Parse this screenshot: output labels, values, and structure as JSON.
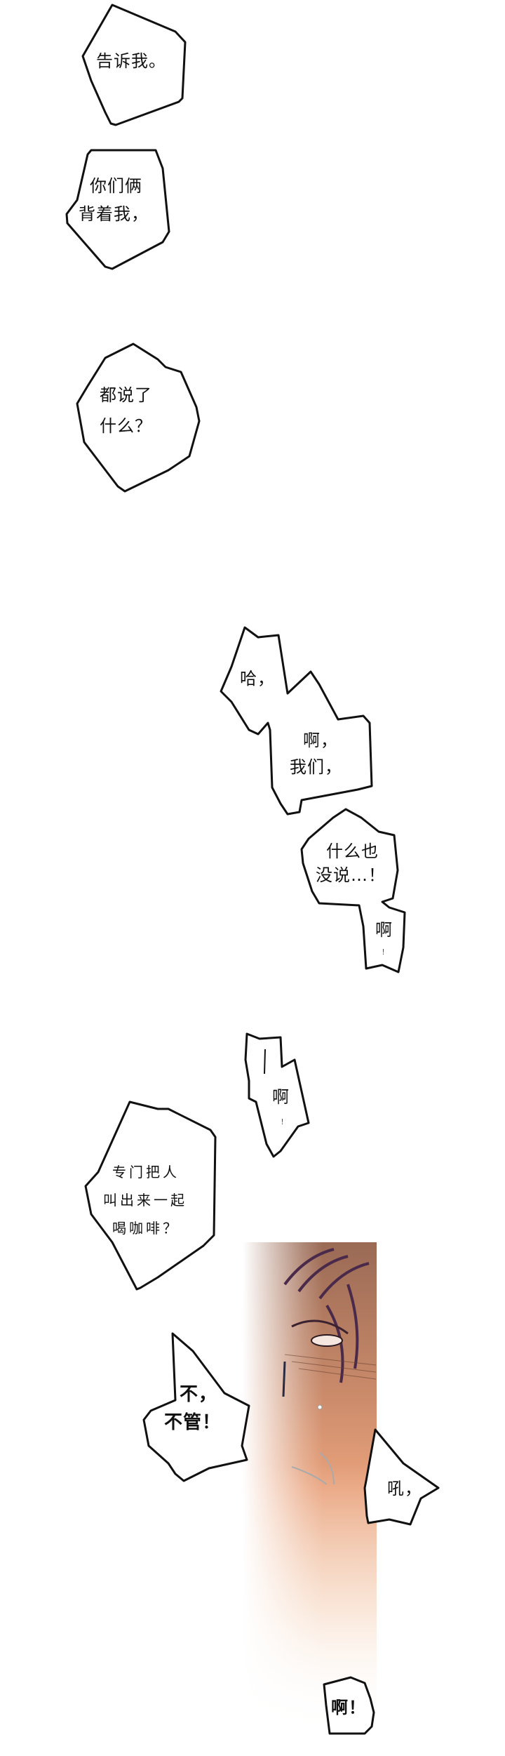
{
  "bubbles": [
    {
      "lines": [
        "告诉我。"
      ]
    },
    {
      "lines": [
        "你们俩",
        "背着我，"
      ]
    },
    {
      "lines": [
        "都说了",
        "什么？"
      ]
    },
    {
      "lines": [
        "哈，"
      ]
    },
    {
      "lines": [
        "啊，",
        "我们，"
      ]
    },
    {
      "lines": [
        "什么也",
        "没说…！"
      ]
    },
    {
      "lines": [
        "啊",
        "！"
      ]
    },
    {
      "lines": [
        "啊",
        "！"
      ]
    },
    {
      "lines": [
        "专门把人",
        "叫出来一起",
        "喝咖啡？"
      ]
    },
    {
      "lines": [
        "不，",
        "不管！"
      ]
    },
    {
      "lines": [
        "吼，"
      ]
    },
    {
      "lines": [
        "啊！"
      ]
    }
  ],
  "colors": {
    "outline": "#111111",
    "skin": "#e9a27c",
    "hair": "#5a3550"
  }
}
